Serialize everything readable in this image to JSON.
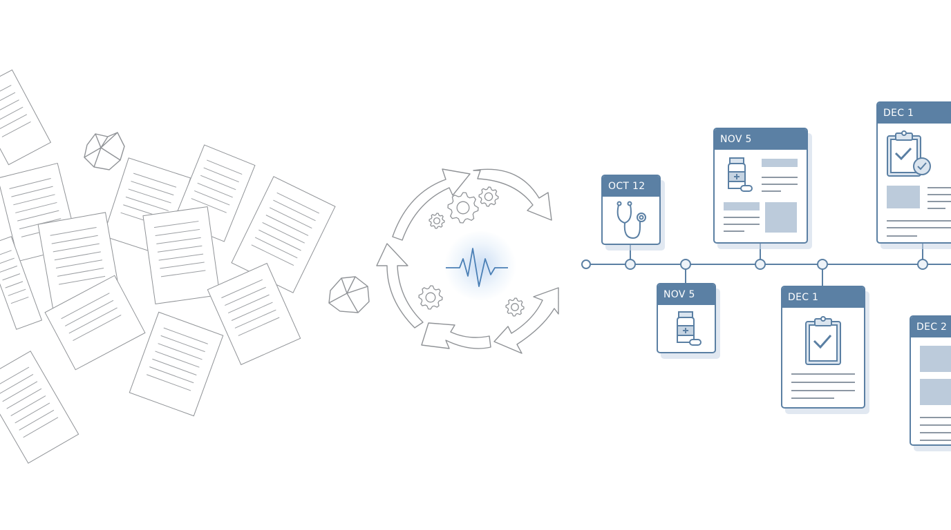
{
  "illustration": {
    "left": {
      "description_icons": [
        "scattered-paper-icon",
        "crumpled-paper-icon"
      ]
    },
    "center": {
      "icons": [
        "cycle-arrows-icon",
        "gear-icon",
        "pulse-waveform-icon"
      ]
    },
    "timeline": {
      "cards": [
        {
          "date": "OCT 12",
          "icon": "stethoscope-icon"
        },
        {
          "date": "NOV 5",
          "icon": "medicine-bottle-icon"
        },
        {
          "date": "NOV 5",
          "icon": "medicine-bottle-icon"
        },
        {
          "date": "DEC 1",
          "icon": "clipboard-check-icon"
        },
        {
          "date": "DEC 1",
          "icon": "clipboard-check-icon"
        },
        {
          "date": "DEC 2",
          "icon": "document-icon"
        }
      ]
    },
    "colors": {
      "accent": "#5b80a4",
      "card_fill": "#bccbdb",
      "sketch": "#8f9296",
      "pulse": "#4a7fb5"
    }
  }
}
